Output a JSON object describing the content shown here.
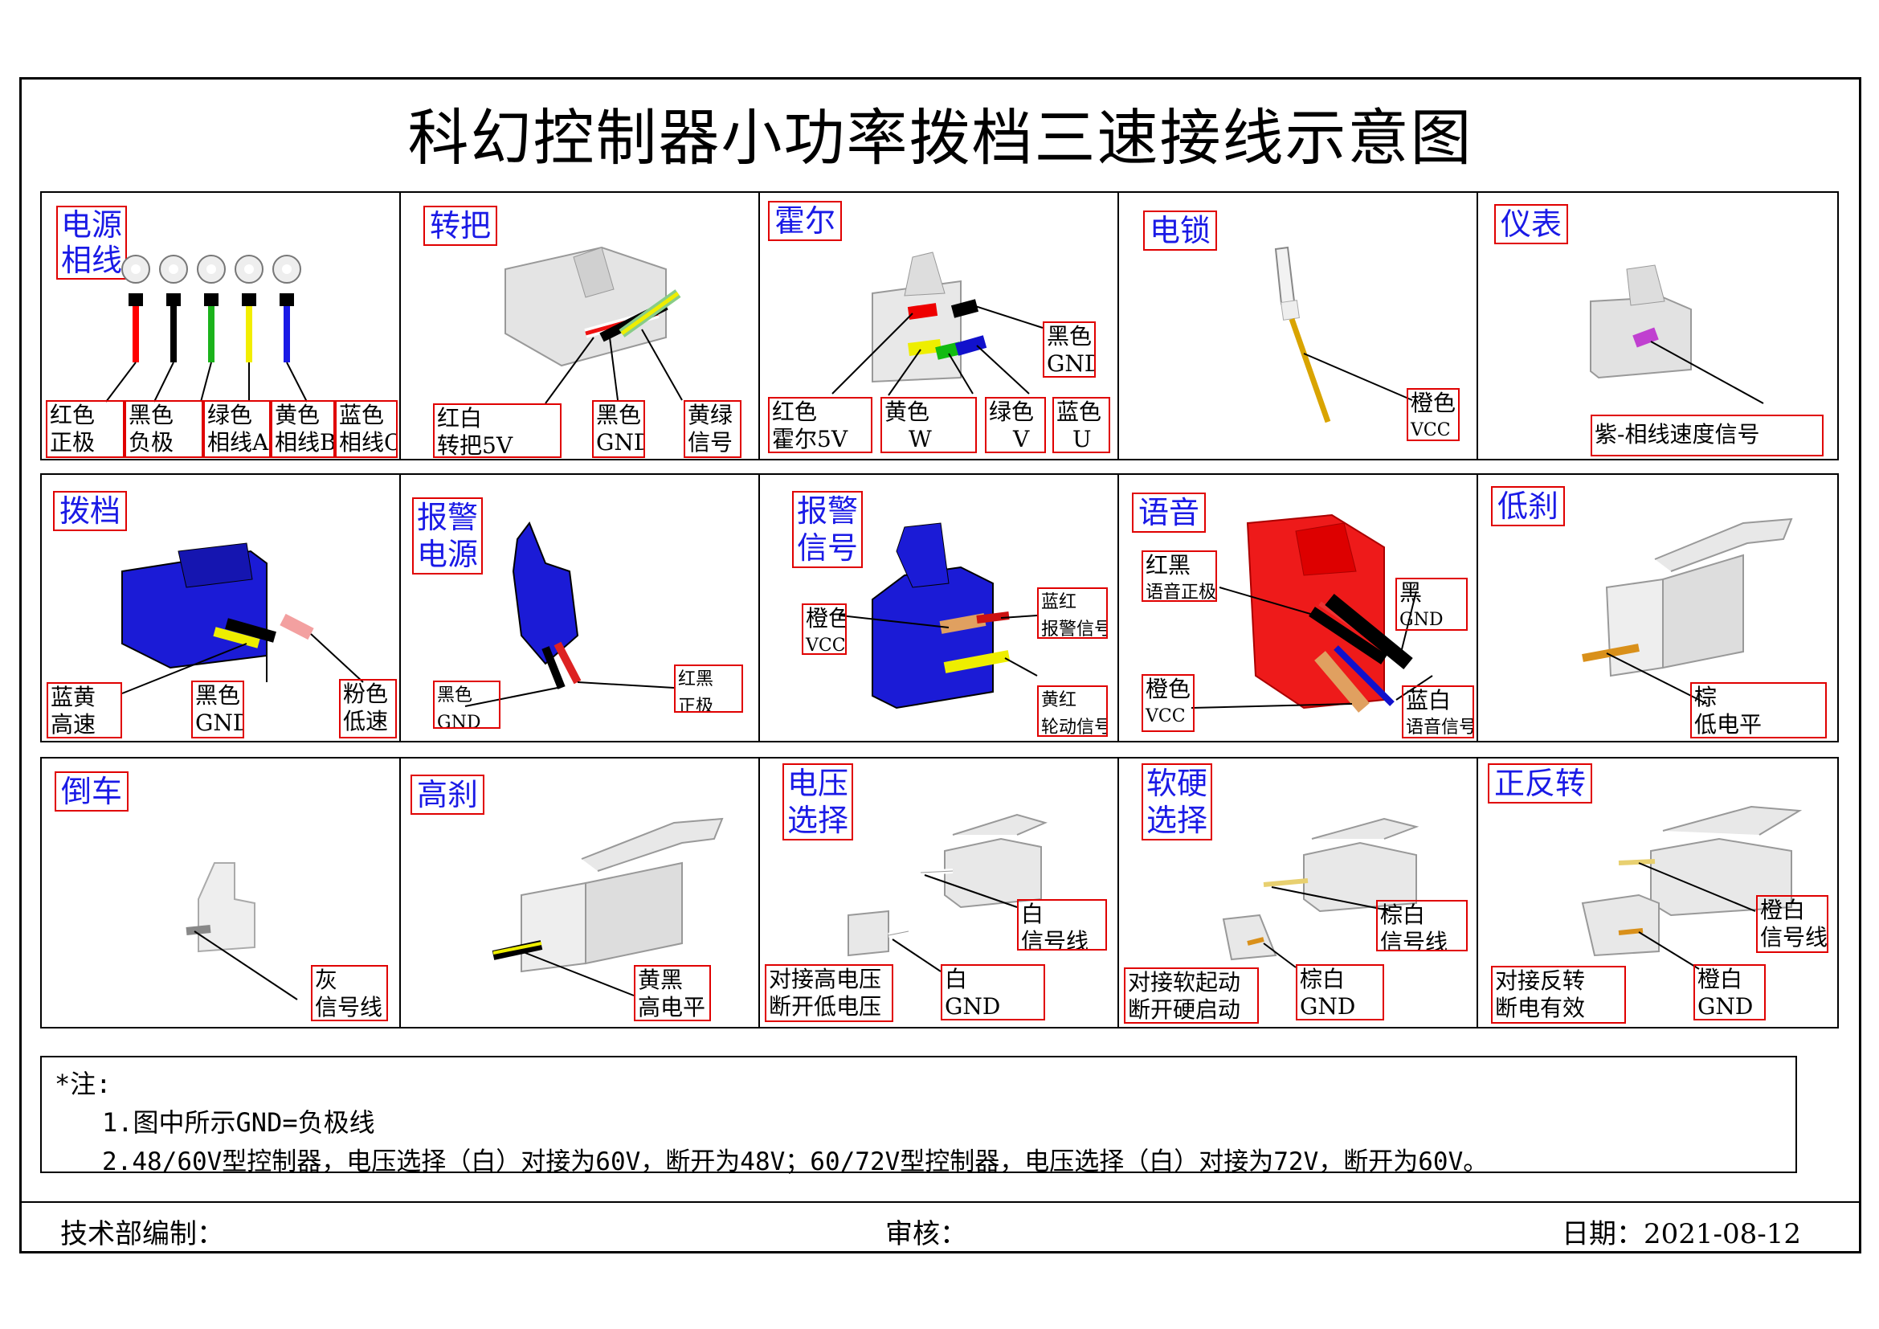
{
  "title": "科幻控制器小功率拨档三速接线示意图",
  "panels": {
    "power": {
      "title": "电源相线",
      "title_l1": "电源",
      "title_l2": "相线",
      "labels": [
        {
          "l1": "红色",
          "l2": "正极"
        },
        {
          "l1": "黑色",
          "l2": "负极"
        },
        {
          "l1": "绿色",
          "l2": "相线A"
        },
        {
          "l1": "黄色",
          "l2": "相线B"
        },
        {
          "l1": "蓝色",
          "l2": "相线C"
        }
      ]
    },
    "throttle": {
      "title": "转把",
      "labels": [
        {
          "l1": "红白",
          "l2": "转把5V"
        },
        {
          "l1": "黑色",
          "l2": "GND"
        },
        {
          "l1": "黄绿",
          "l2": "信号"
        }
      ]
    },
    "hall": {
      "title": "霍尔",
      "labels": [
        {
          "l1": "红色",
          "l2": "霍尔5V"
        },
        {
          "l1": "黄色",
          "l2": "W"
        },
        {
          "l1": "绿色",
          "l2": "V"
        },
        {
          "l1": "蓝色",
          "l2": "U"
        },
        {
          "l1": "黑色",
          "l2": "GND"
        }
      ]
    },
    "lock": {
      "title": "电锁",
      "labels": [
        {
          "l1": "橙色",
          "l2": "VCC"
        }
      ]
    },
    "meter": {
      "title": "仪表",
      "labels": [
        {
          "l1": "紫-相线速度信号"
        }
      ]
    },
    "gear": {
      "title": "拨档",
      "labels": [
        {
          "l1": "蓝黄",
          "l2": "高速"
        },
        {
          "l1": "黑色",
          "l2": "GND"
        },
        {
          "l1": "粉色",
          "l2": "低速"
        }
      ]
    },
    "alarm_power": {
      "title_l1": "报警",
      "title_l2": "电源",
      "labels": [
        {
          "l1": "黑色",
          "l2": "GND"
        },
        {
          "l1": "红黑",
          "l2": "正极"
        }
      ]
    },
    "alarm_signal": {
      "title_l1": "报警",
      "title_l2": "信号",
      "labels": [
        {
          "l1": "橙色",
          "l2": "VCC"
        },
        {
          "l1": "蓝红",
          "l2": "报警信号"
        },
        {
          "l1": "黄红",
          "l2": "轮动信号"
        }
      ]
    },
    "voice": {
      "title": "语音",
      "labels": [
        {
          "l1": "红黑",
          "l2": "语音正极"
        },
        {
          "l1": "黑",
          "l2": "GND"
        },
        {
          "l1": "橙色",
          "l2": "VCC"
        },
        {
          "l1": "蓝白",
          "l2": "语音信号"
        }
      ]
    },
    "low_brake": {
      "title": "低刹",
      "labels": [
        {
          "l1": "棕",
          "l2": "低电平"
        }
      ]
    },
    "reverse": {
      "title": "倒车",
      "labels": [
        {
          "l1": "灰",
          "l2": "信号线"
        }
      ]
    },
    "high_brake": {
      "title": "高刹",
      "labels": [
        {
          "l1": "黄黑",
          "l2": "高电平"
        }
      ]
    },
    "voltage": {
      "title_l1": "电压",
      "title_l2": "选择",
      "labels": [
        {
          "l1": "白",
          "l2": "信号线"
        },
        {
          "l1": "白",
          "l2": "GND"
        },
        {
          "l1": "对接高电压",
          "l2": "断开低电压"
        }
      ]
    },
    "soft_hard": {
      "title_l1": "软硬",
      "title_l2": "选择",
      "labels": [
        {
          "l1": "棕白",
          "l2": "信号线"
        },
        {
          "l1": "棕白",
          "l2": "GND"
        },
        {
          "l1": "对接软起动",
          "l2": "断开硬启动"
        }
      ]
    },
    "forward_reverse": {
      "title": "正反转",
      "labels": [
        {
          "l1": "橙白",
          "l2": "信号线"
        },
        {
          "l1": "橙白",
          "l2": "GND"
        },
        {
          "l1": "对接反转",
          "l2": "断电有效"
        }
      ]
    }
  },
  "notes": {
    "heading": "*注:",
    "items": [
      "1.图中所示GND=负极线",
      "2.48/60V型控制器，电压选择（白）对接为60V，断开为48V；60/72V型控制器，电压选择（白）对接为72V，断开为60V。"
    ]
  },
  "footer": {
    "made_by": "技术部编制：",
    "review": "审核：",
    "date": "日期：2021-08-12"
  },
  "colors": {
    "label_border": "#e00000",
    "title_text": "#1a1ae6"
  }
}
